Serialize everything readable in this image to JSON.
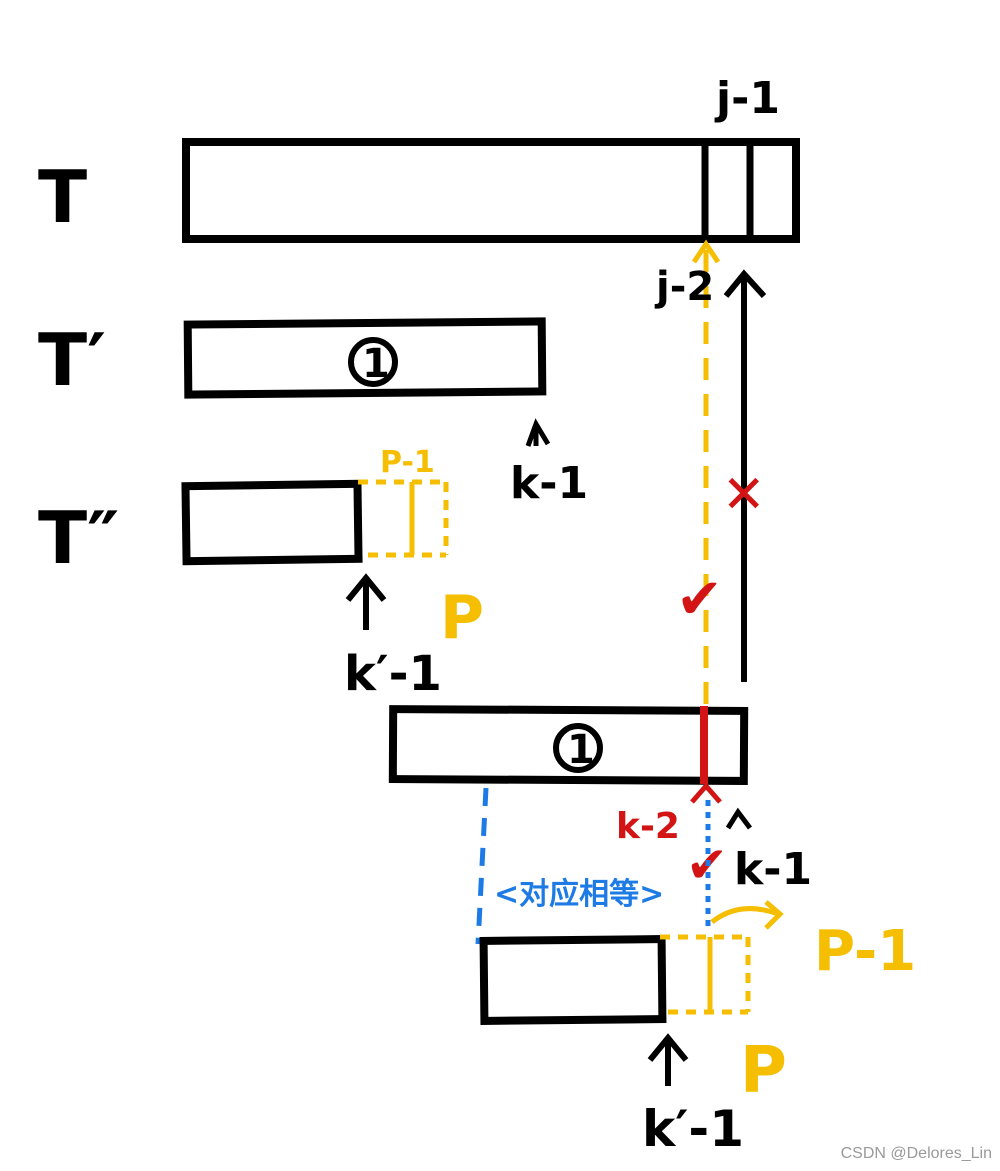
{
  "labels": {
    "t": "T",
    "t_prime": "T′",
    "t_double_prime": "T″",
    "j_minus_1": "j-1",
    "j_minus_2": "j-2",
    "circle_1": "1",
    "circle_1_lower": "1",
    "k_minus_1_top": "k-1",
    "p_minus_1_top": "P-1",
    "p_top": "P",
    "k_prime_minus_1_top": "k′-1",
    "k_minus_2": "k-2",
    "k_minus_1_lower": "k-1",
    "p_minus_1_lower": "P-1",
    "p_lower": "P",
    "k_prime_minus_1_lower": "k′-1",
    "equal_note": "<对应相等>",
    "check_mark_1": "✔",
    "check_mark_2": "✔",
    "cross_mark": "✕"
  },
  "colors": {
    "ink": "#000000",
    "yellow": "#F5BE00",
    "red": "#D21414",
    "blue": "#1E7BE6"
  },
  "watermark": "CSDN @Delores_Lin"
}
